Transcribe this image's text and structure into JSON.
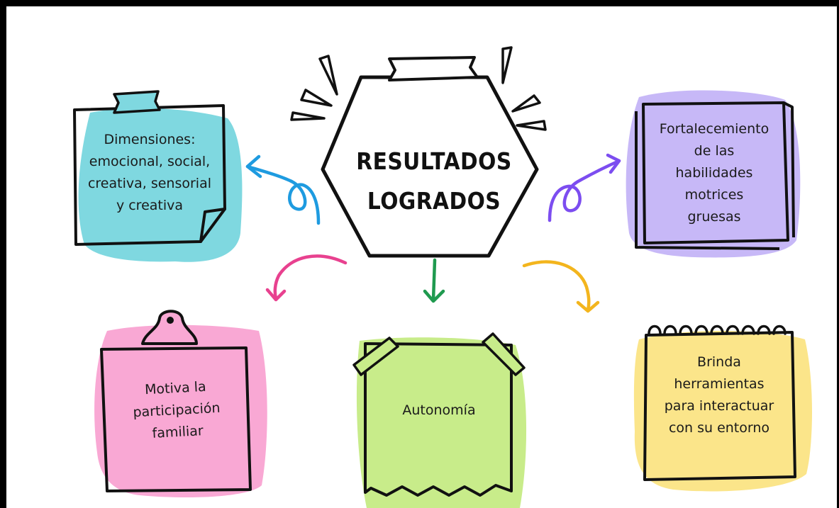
{
  "center": {
    "title_line1": "RESULTADOS",
    "title_line2": "LOGRADOS"
  },
  "notes": {
    "dimensiones": "Dimensiones:\nemocional, social,\ncreativa, sensorial\ny creativa",
    "fortalecimiento": "Fortalecemiento\nde las\nhabilidades\nmotrices\ngruesas",
    "motiva": "Motiva la\nparticipación\nfamiliar",
    "autonomia": "Autonomía",
    "brinda": "Brinda\nherramientas\npara interactuar\ncon su entorno"
  },
  "colors": {
    "teal": "#7fd8e0",
    "purple": "#c7b8f7",
    "pink": "#f9a8d4",
    "green": "#c8ec8a",
    "yellow": "#fbe58a",
    "arrow_blue": "#1e9be0",
    "arrow_violet": "#7c4df0",
    "arrow_pink": "#e8418f",
    "arrow_green": "#1f9a4f",
    "arrow_yellow": "#f3b51d"
  }
}
